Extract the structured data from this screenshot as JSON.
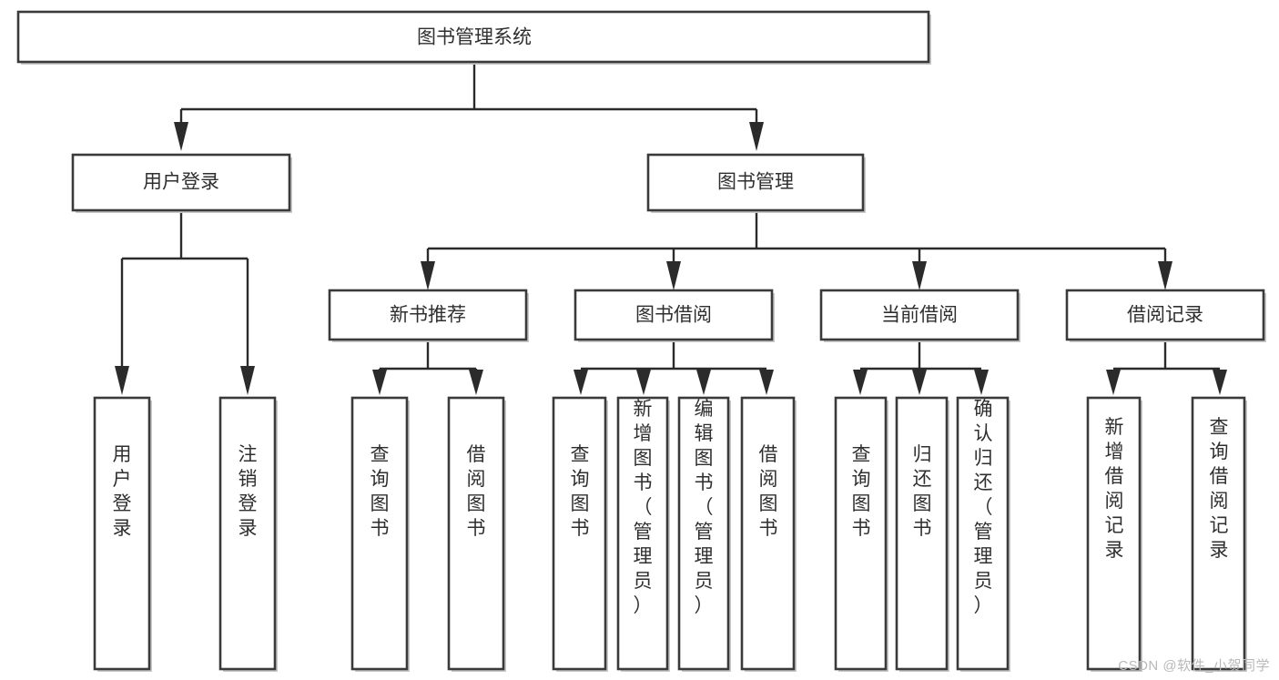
{
  "diagram": {
    "type": "tree",
    "title": "图书管理系统",
    "watermark": "CSDN @软件_小贺同学",
    "colors": {
      "box_stroke": "#3a3a3a",
      "box_fill": "#ffffff",
      "connector": "#2b2b2b",
      "text": "#2f2f2f",
      "watermark": "#b9b9b9",
      "background": "#ffffff"
    },
    "nodes": {
      "root": {
        "label": "图书管理系统",
        "orientation": "horizontal"
      },
      "level2": [
        {
          "label": "用户登录",
          "orientation": "horizontal"
        },
        {
          "label": "图书管理",
          "orientation": "horizontal"
        }
      ],
      "level3": [
        {
          "label": "新书推荐",
          "orientation": "horizontal"
        },
        {
          "label": "图书借阅",
          "orientation": "horizontal"
        },
        {
          "label": "当前借阅",
          "orientation": "horizontal"
        },
        {
          "label": "借阅记录",
          "orientation": "horizontal"
        }
      ],
      "leaves_user_login": [
        {
          "label": "用户登录",
          "orientation": "vertical"
        },
        {
          "label": "注销登录",
          "orientation": "vertical"
        }
      ],
      "leaves_new_book": [
        {
          "label": "查询图书",
          "orientation": "vertical"
        },
        {
          "label": "借阅图书",
          "orientation": "vertical"
        }
      ],
      "leaves_borrow": [
        {
          "label": "查询图书",
          "orientation": "vertical"
        },
        {
          "label": "新增图书（管理员）",
          "orientation": "vertical"
        },
        {
          "label": "编辑图书（管理员）",
          "orientation": "vertical"
        },
        {
          "label": "借阅图书",
          "orientation": "vertical"
        }
      ],
      "leaves_current": [
        {
          "label": "查询图书",
          "orientation": "vertical"
        },
        {
          "label": "归还图书",
          "orientation": "vertical"
        },
        {
          "label": "确认归还（管理员）",
          "orientation": "vertical"
        }
      ],
      "leaves_records": [
        {
          "label": "新增借阅记录",
          "orientation": "vertical"
        },
        {
          "label": "查询借阅记录",
          "orientation": "vertical"
        }
      ]
    }
  }
}
